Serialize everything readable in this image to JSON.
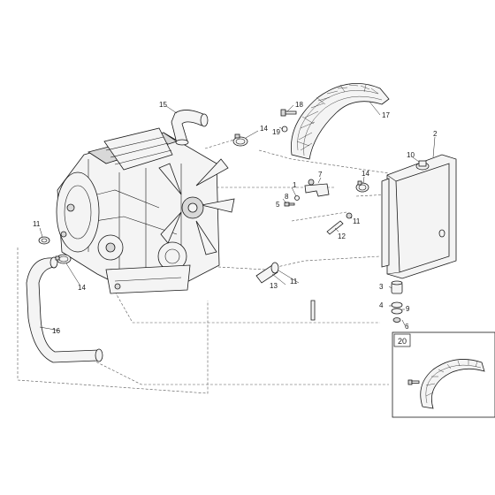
{
  "callouts": {
    "c1": "1",
    "c2": "2",
    "c3": "3",
    "c4": "4",
    "c5": "5",
    "c6": "6",
    "c7": "7",
    "c8": "8",
    "c9": "9",
    "c10": "10",
    "c11a": "11",
    "c11b": "11",
    "c11c": "11",
    "c12": "12",
    "c13": "13",
    "c14a": "14",
    "c14b": "14",
    "c14c": "14",
    "c15": "15",
    "c16": "16",
    "c17": "17",
    "c18": "18",
    "c19": "19"
  },
  "inset": {
    "label": "20"
  }
}
